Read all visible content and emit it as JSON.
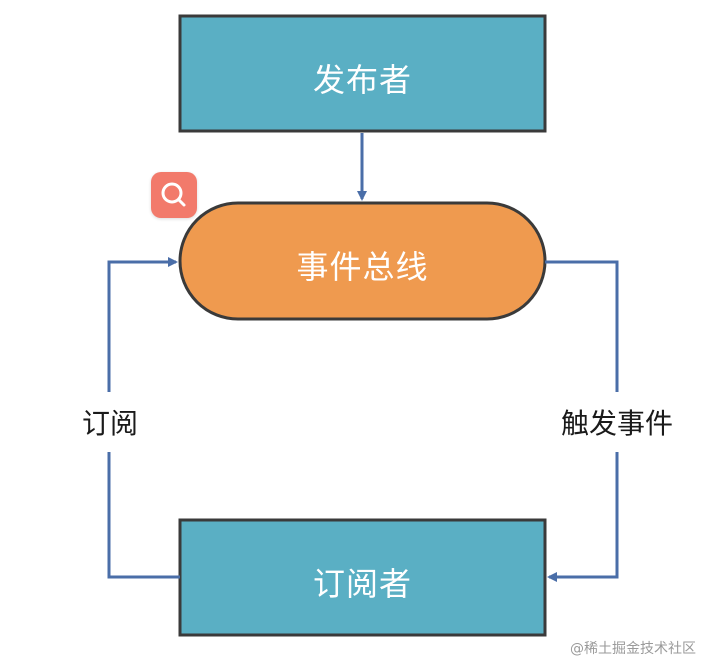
{
  "diagram": {
    "nodes": {
      "publisher": {
        "label": "发布者"
      },
      "event_bus": {
        "label": "事件总线"
      },
      "subscriber": {
        "label": "订阅者"
      }
    },
    "edges": {
      "subscribe": {
        "label": "订阅"
      },
      "trigger": {
        "label": "触发事件"
      }
    }
  },
  "colors": {
    "node_teal": "#5aafc4",
    "node_orange": "#ef9a4f",
    "node_border": "#3a3a3a",
    "arrow": "#4a6ea8",
    "badge": "#f27a6b"
  },
  "badge_icon": "search-icon",
  "watermark": "@稀土掘金技术社区"
}
